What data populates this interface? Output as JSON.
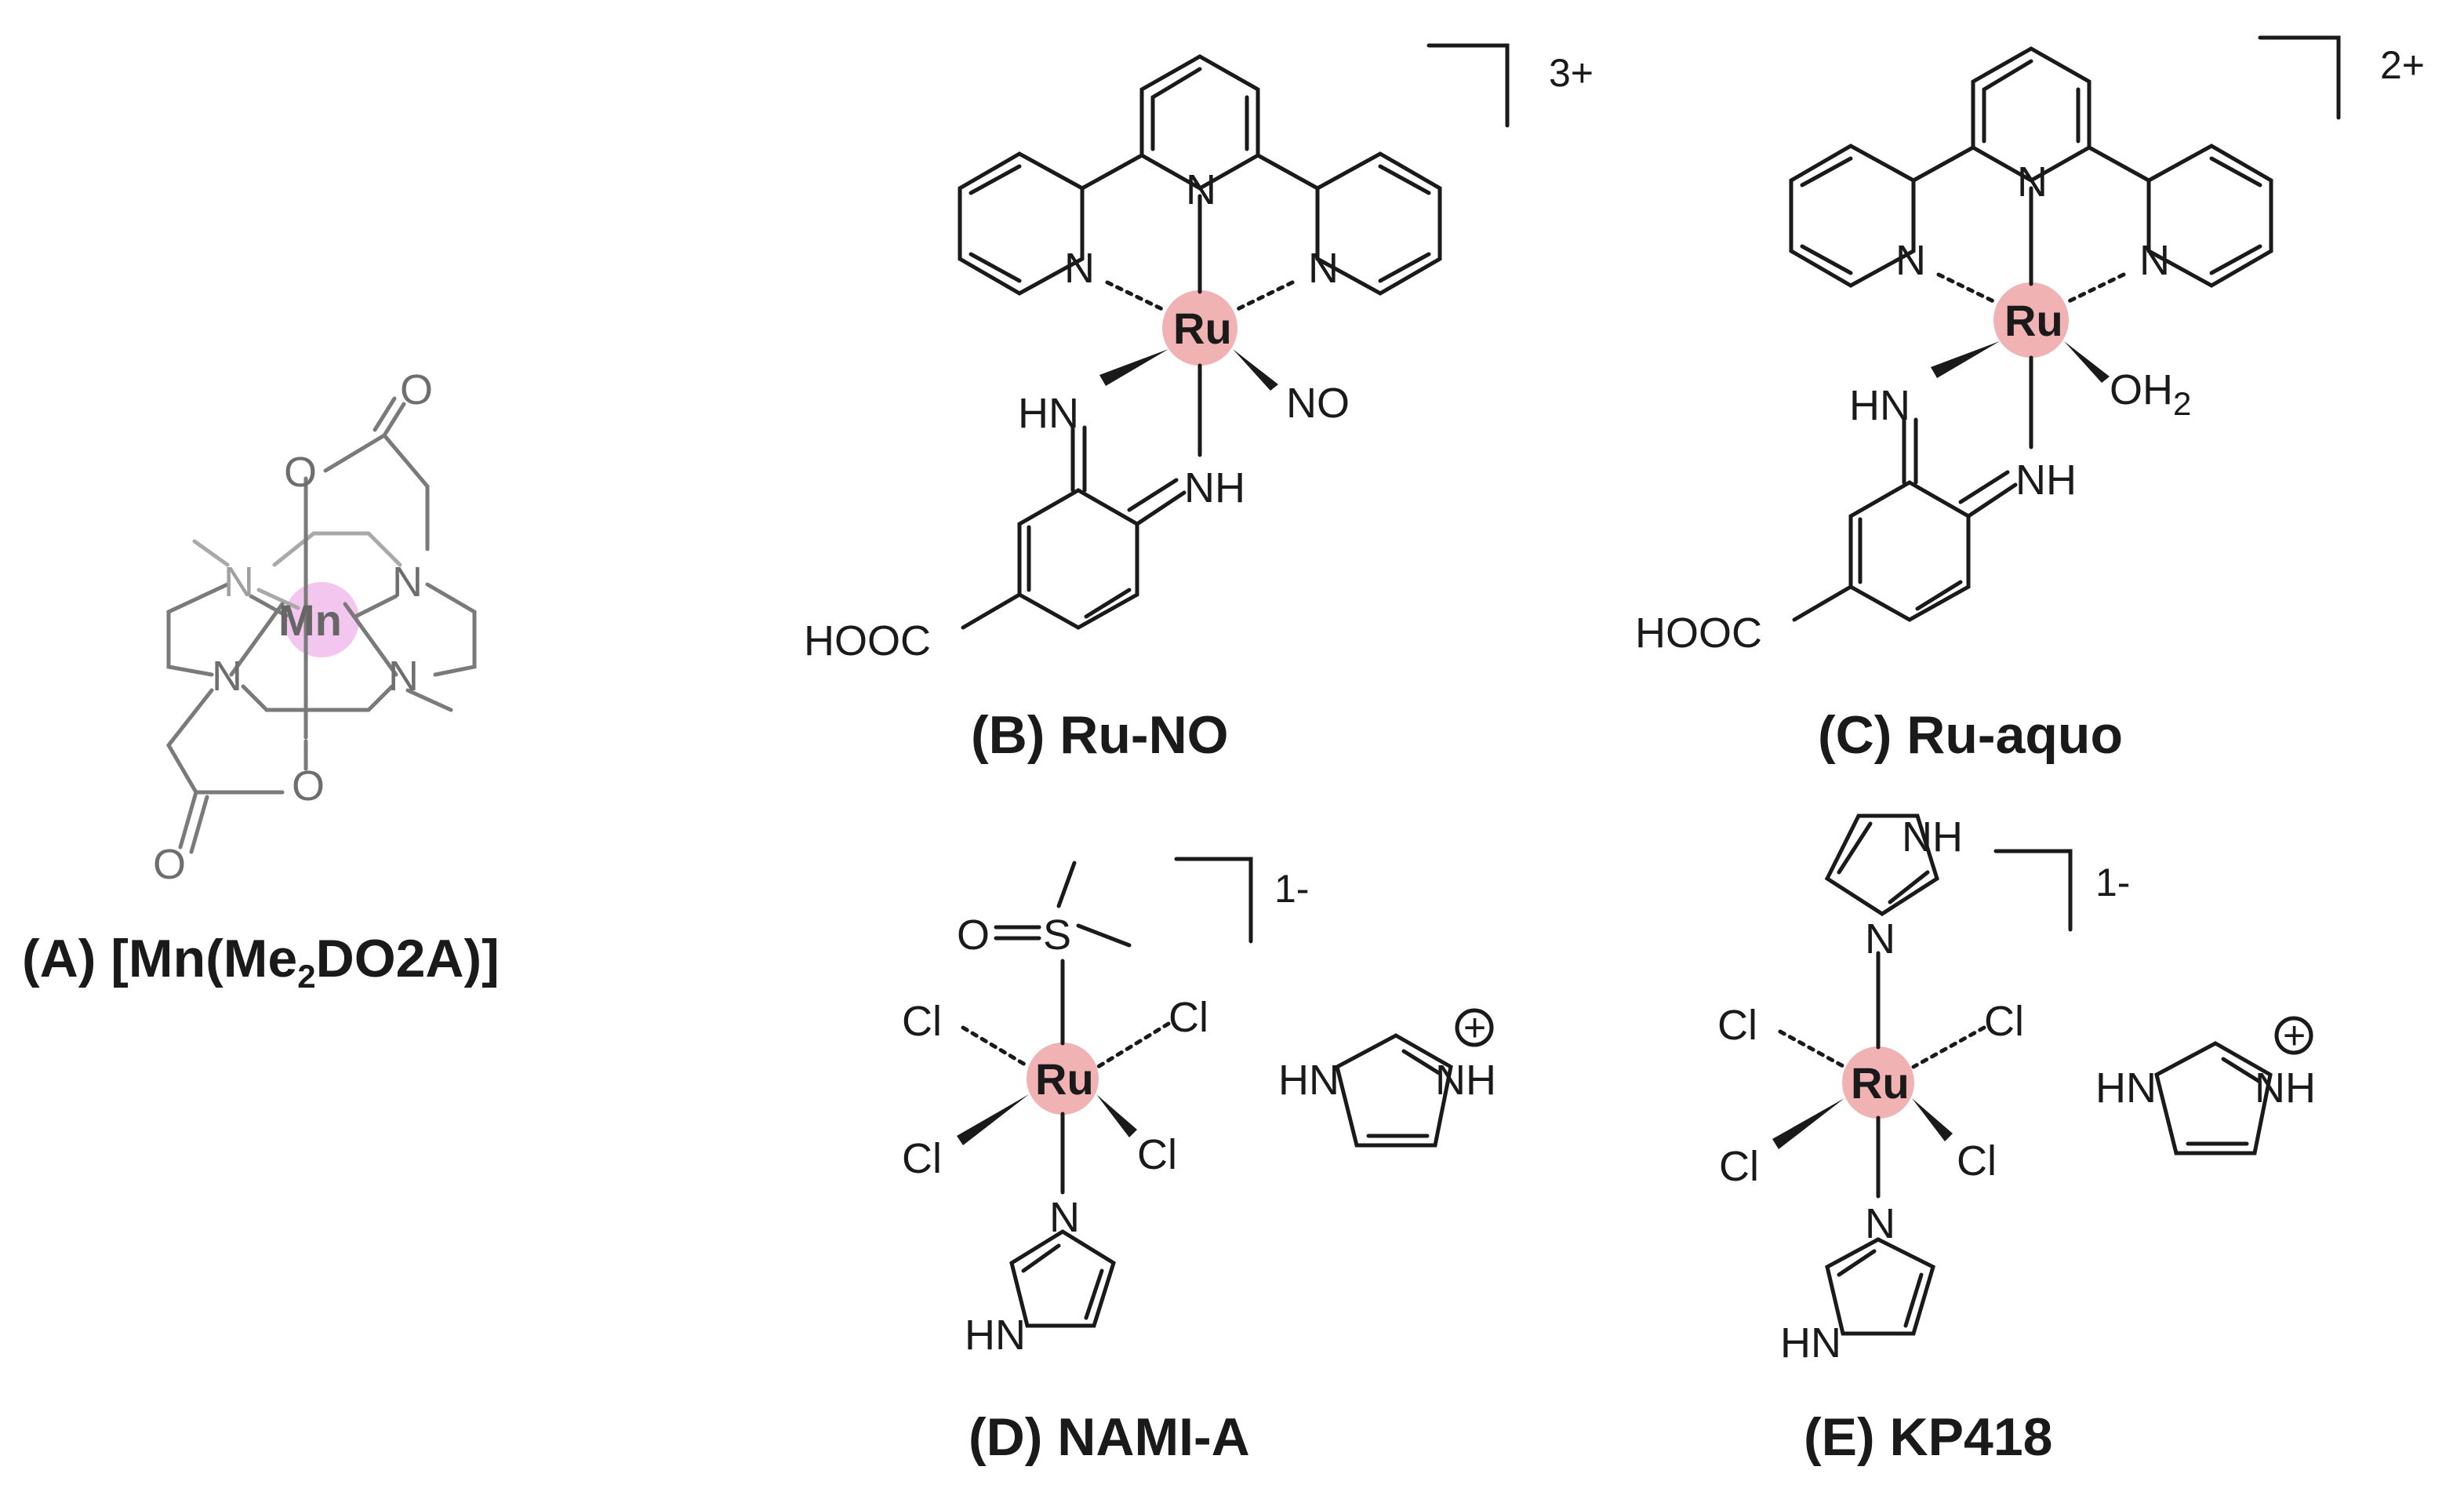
{
  "panels": {
    "A": {
      "caption_prefix": "(A) [Mn(Me",
      "caption_sub": "2",
      "caption_suffix": "DO2A)]",
      "metal": "Mn",
      "highlight_color": "#f3c6ef",
      "atoms": {
        "O_top": "O",
        "O_carbonyl_top": "O",
        "N1": "N",
        "N2": "N",
        "N3": "N",
        "N4": "N",
        "O_bottom": "O",
        "O_carbonyl_bottom": "O"
      }
    },
    "B": {
      "caption": "(B) Ru-NO",
      "metal": "Ru",
      "charge": "3+",
      "highlight_color": "#f0b2b2",
      "atoms": {
        "N_left": "N",
        "N_center": "N",
        "N_right": "N",
        "HN": "HN",
        "NH": "NH",
        "NO": "NO",
        "COOH": "HOOC"
      }
    },
    "C": {
      "caption": "(C) Ru-aquo",
      "metal": "Ru",
      "charge": "2+",
      "highlight_color": "#f0b2b2",
      "atoms": {
        "N_left": "N",
        "N_center": "N",
        "N_right": "N",
        "HN": "HN",
        "NH": "NH",
        "OH2_main": "OH",
        "OH2_sub": "2",
        "COOH": "HOOC"
      }
    },
    "D": {
      "caption": "(D) NAMI-A",
      "metal": "Ru",
      "charge": "1-",
      "highlight_color": "#f0b2b2",
      "atoms": {
        "O": "O",
        "S": "S",
        "Cl_ul": "Cl",
        "Cl_ur": "Cl",
        "Cl_ll": "Cl",
        "Cl_lr": "Cl",
        "N_im": "N",
        "HN_im": "HN",
        "HN_cat": "HN",
        "NH_cat": "NH",
        "plus": "+"
      }
    },
    "E": {
      "caption": "(E) KP418",
      "metal": "Ru",
      "charge": "1-",
      "highlight_color": "#f0b2b2",
      "atoms": {
        "NH_top": "NH",
        "N_top": "N",
        "Cl_ul": "Cl",
        "Cl_ur": "Cl",
        "Cl_ll": "Cl",
        "Cl_lr": "Cl",
        "N_bottom": "N",
        "HN_bottom": "HN",
        "HN_cat": "HN",
        "NH_cat": "NH",
        "plus": "+"
      }
    }
  }
}
